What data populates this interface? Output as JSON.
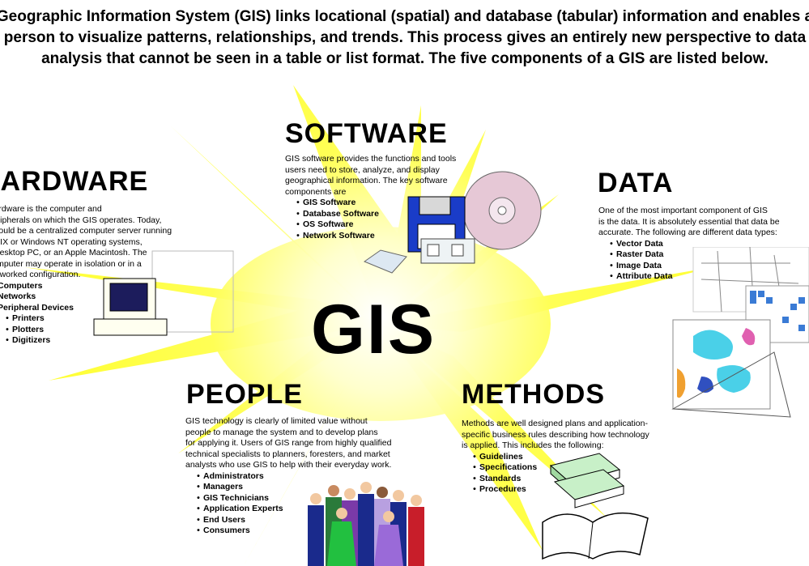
{
  "intro": {
    "lines": [
      "Geographic Information System (GIS) links locational (spatial) and database (tabular) information and enables a",
      "person to visualize patterns, relationships, and trends.  This process gives an entirely new perspective to data",
      "analysis that cannot be seen in a table or list format.  The five components of a GIS are listed below."
    ]
  },
  "center": {
    "title": "GIS"
  },
  "software": {
    "heading": "SOFTWARE",
    "lines": [
      "GIS software provides the functions and tools",
      "users need to store, analyze, and display",
      "geographical information. The key software",
      "components are"
    ],
    "items": [
      "GIS Software",
      "Database Software",
      "OS Software",
      "Network Software"
    ]
  },
  "hardware": {
    "heading": "HARDWARE",
    "lines": [
      "Hardware is the computer and",
      "peripherals on which the GIS operates.  Today,",
      "it could be a centralized computer server running",
      "UNIX or Windows NT operating systems,",
      "a desktop PC, or an Apple Macintosh.  The",
      "computer may operate in isolation or in a",
      "networked configuration."
    ],
    "items": [
      "Computers",
      "Networks",
      "Peripheral Devices"
    ],
    "sub_items": [
      "Printers",
      "Plotters",
      "Digitizers"
    ]
  },
  "data": {
    "heading": "DATA",
    "lines": [
      "One of the most important component of GIS",
      "is the data.  It is absolutely essential that data be",
      "accurate. The following are different data types:"
    ],
    "items": [
      "Vector Data",
      "Raster Data",
      "Image Data",
      "Attribute Data"
    ]
  },
  "people": {
    "heading": "PEOPLE",
    "lines": [
      "GIS technology is clearly of limited value without",
      "people to manage the system and to develop plans",
      "for applying it.  Users of GIS range from highly qualified",
      "technical specialists to planners, foresters, and market",
      "analysts who use GIS to help with their everyday work."
    ],
    "items": [
      "Administrators",
      "Managers",
      "GIS Technicians",
      "Application Experts",
      "End Users",
      "Consumers"
    ]
  },
  "methods": {
    "heading": "METHODS",
    "lines": [
      "Methods are well designed plans and application-",
      "specific business rules describing how technology",
      "is applied.  This includes the following:"
    ],
    "items": [
      "Guidelines",
      "Specifications",
      "Standards",
      "Procedures"
    ]
  },
  "bullet_glyph": "•",
  "colors": {
    "star_yellow": "#ffff33",
    "star_white": "#ffffff",
    "text": "#000000"
  }
}
